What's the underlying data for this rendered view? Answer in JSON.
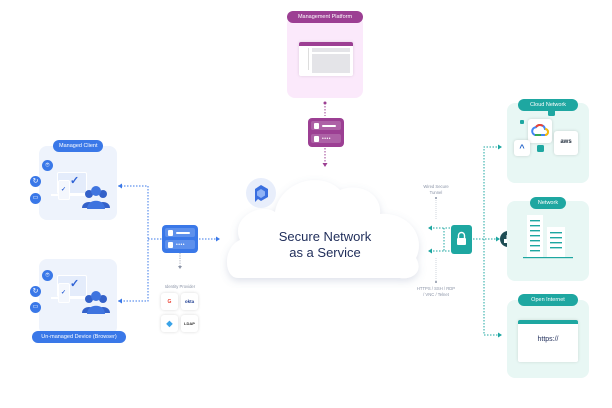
{
  "center": {
    "title_line1": "Secure Network",
    "title_line2": "as a Service",
    "logo_icon": "hexagon-chat-logo-icon"
  },
  "management": {
    "label": "Management Platform",
    "color": "#9c3f93"
  },
  "clients": {
    "managed_label": "Managed Client",
    "unmanaged_label": "Un-managed Device (Browser)",
    "color": "#3a78e8"
  },
  "identity": {
    "label": "Identity Provider",
    "providers": [
      "Google",
      "okta",
      "Azure AD",
      "LDAP"
    ],
    "google_glyph": "G",
    "okta_glyph": "okta",
    "azure_glyph": "◆",
    "ldap_glyph": "LDAP"
  },
  "tunnel": {
    "top_label": "Wired Secure Tunnel",
    "bottom_label": "HTTPS / SSH / RDP / VNC / Telnet",
    "color": "#1ea7a1"
  },
  "destinations": {
    "cloud_label": "Cloud Network",
    "cloud_aws": "aws",
    "network_label": "Network",
    "internet_label": "Open Internet",
    "internet_url": "https://"
  }
}
